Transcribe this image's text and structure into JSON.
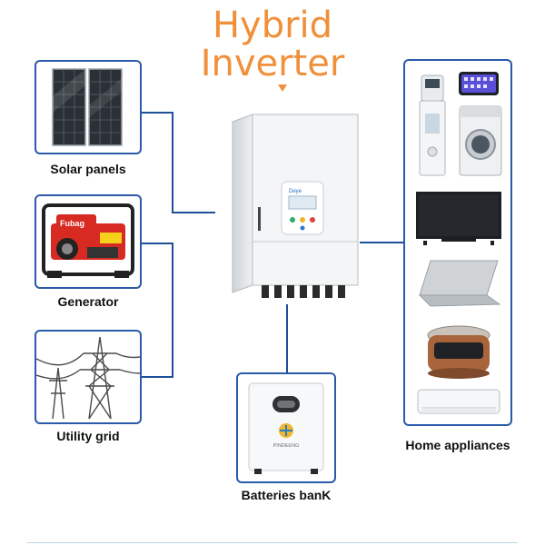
{
  "title": {
    "line1": "Hybrid",
    "line2": "Inverter"
  },
  "sources": [
    {
      "label": "Solar panels",
      "icon": "solar-panel-icon"
    },
    {
      "label": "Generator",
      "icon": "generator-icon"
    },
    {
      "label": "Utility grid",
      "icon": "power-tower-icon"
    }
  ],
  "inverter": {
    "icon": "hybrid-inverter-icon",
    "brand": "Deye"
  },
  "battery": {
    "label": "Batteries banK",
    "icon": "battery-cabinet-icon",
    "brand": "PINDEENG"
  },
  "appliances": {
    "label": "Home appliances",
    "items": [
      "water-dispenser-icon",
      "smartphone-icon",
      "washing-machine-icon",
      "television-icon",
      "laptop-icon",
      "rice-cooker-icon",
      "air-conditioner-icon"
    ]
  },
  "generator_brand": "Fubag",
  "colors": {
    "accent": "#f0903a",
    "line": "#1f4f9a"
  }
}
